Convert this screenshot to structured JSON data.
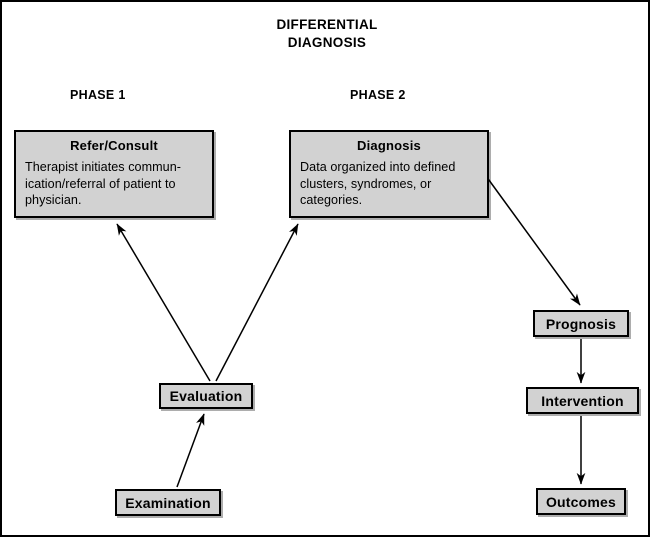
{
  "diagram": {
    "title": "DIFFERENTIAL\nDIAGNOSIS",
    "title_line_1": "DIFFERENTIAL",
    "title_line_2": "DIAGNOSIS",
    "phases": [
      {
        "id": "phase-1",
        "label": "PHASE 1"
      },
      {
        "id": "phase-2",
        "label": "PHASE 2"
      }
    ],
    "nodes": [
      {
        "id": "refer-consult",
        "title": "Refer/Consult",
        "body": "Therapist initiates communication/referral of patient to physician.",
        "body_line_1": "Therapist initiates commun-",
        "body_line_2": "ication/referral of patient to",
        "body_line_3": "physician."
      },
      {
        "id": "diagnosis",
        "title": "Diagnosis",
        "body": "Data organized into defined clusters, syndromes, or categories.",
        "body_line_1": "Data organized into defined",
        "body_line_2": "clusters, syndromes, or",
        "body_line_3": "categories."
      },
      {
        "id": "evaluation",
        "label": "Evaluation"
      },
      {
        "id": "examination",
        "label": "Examination"
      },
      {
        "id": "prognosis",
        "label": "Prognosis"
      },
      {
        "id": "intervention",
        "label": "Intervention"
      },
      {
        "id": "outcomes",
        "label": "Outcomes"
      }
    ],
    "edges": [
      {
        "id": "examination-to-evaluation",
        "from": "examination",
        "to": "evaluation"
      },
      {
        "id": "evaluation-to-refer-consult",
        "from": "evaluation",
        "to": "refer-consult"
      },
      {
        "id": "evaluation-to-diagnosis",
        "from": "evaluation",
        "to": "diagnosis"
      },
      {
        "id": "diagnosis-to-prognosis",
        "from": "diagnosis",
        "to": "prognosis"
      },
      {
        "id": "prognosis-to-intervention",
        "from": "prognosis",
        "to": "intervention"
      },
      {
        "id": "intervention-to-outcomes",
        "from": "intervention",
        "to": "outcomes"
      }
    ],
    "colors": {
      "node_fill": "#d2d2d2",
      "node_border": "#000000",
      "background": "#ffffff",
      "text": "#000000",
      "arrow": "#000000"
    }
  }
}
